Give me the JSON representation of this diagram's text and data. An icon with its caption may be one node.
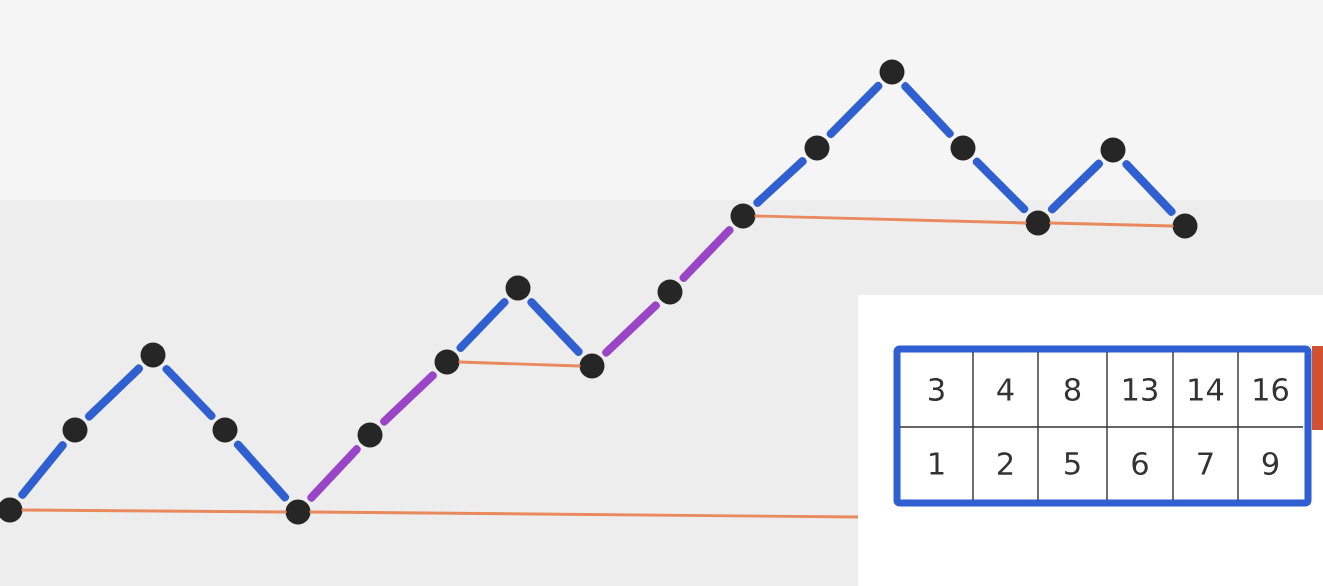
{
  "diagram": {
    "nodes": [
      {
        "text": [],
        "shape": "circle"
      },
      {
        "text": [],
        "shape": "circle"
      },
      {
        "text": [],
        "shape": "circle"
      },
      {
        "text": [],
        "shape": "circle"
      },
      {
        "text": [],
        "shape": "circle"
      },
      {
        "text": [],
        "shape": "circle"
      },
      {
        "text": [],
        "shape": "circle"
      },
      {
        "text": [],
        "shape": "circle"
      },
      {
        "text": [],
        "shape": "circle"
      },
      {
        "text": [],
        "shape": "circle"
      },
      {
        "text": [],
        "shape": "circle"
      },
      {
        "text": [],
        "shape": "circle"
      },
      {
        "text": [],
        "shape": "circle"
      },
      {
        "text": [],
        "shape": "circle"
      },
      {
        "text": [],
        "shape": "circle"
      },
      {
        "text": [],
        "shape": "circle"
      },
      {
        "text": [],
        "shape": "circle"
      }
    ],
    "edges": [
      {
        "from": 0,
        "to": 1,
        "arrow": "none"
      },
      {
        "from": 1,
        "to": 2,
        "arrow": "none"
      },
      {
        "from": 2,
        "to": 3,
        "arrow": "none"
      },
      {
        "from": 3,
        "to": 4,
        "arrow": "none"
      },
      {
        "from": 4,
        "to": 5,
        "arrow": "none",
        "color": "#9a45c8"
      },
      {
        "from": 5,
        "to": 6,
        "arrow": "none",
        "color": "#9a45c8"
      },
      {
        "from": 6,
        "to": 7,
        "arrow": "none"
      },
      {
        "from": 7,
        "to": 8,
        "arrow": "none"
      },
      {
        "from": 8,
        "to": 9,
        "arrow": "none",
        "color": "#9a45c8"
      },
      {
        "from": 9,
        "to": 10,
        "arrow": "none",
        "color": "#9a45c8"
      },
      {
        "from": 10,
        "to": 11,
        "arrow": "none"
      },
      {
        "from": 11,
        "to": 12,
        "arrow": "none"
      },
      {
        "from": 12,
        "to": 13,
        "arrow": "none"
      },
      {
        "from": 13,
        "to": 14,
        "arrow": "none"
      },
      {
        "from": 14,
        "to": 15,
        "arrow": "none"
      },
      {
        "from": 15,
        "to": 16,
        "arrow": "none"
      },
      {
        "from": 0,
        "to": 4,
        "arrow": "none",
        "color": "#e98a5e"
      },
      {
        "from": 4,
        "to": null,
        "arrow": "none",
        "color": "#e98a5e"
      },
      {
        "from": 6,
        "to": 8,
        "arrow": "none",
        "color": "#e98a5e"
      },
      {
        "from": 10,
        "to": 14,
        "arrow": "none",
        "color": "#e98a5e"
      },
      {
        "from": 14,
        "to": 16,
        "arrow": "none",
        "color": "#e98a5e"
      }
    ],
    "labels": [
      "3",
      "4",
      "8",
      "13",
      "14",
      "16",
      "1",
      "2",
      "5",
      "6",
      "7",
      "9"
    ]
  }
}
